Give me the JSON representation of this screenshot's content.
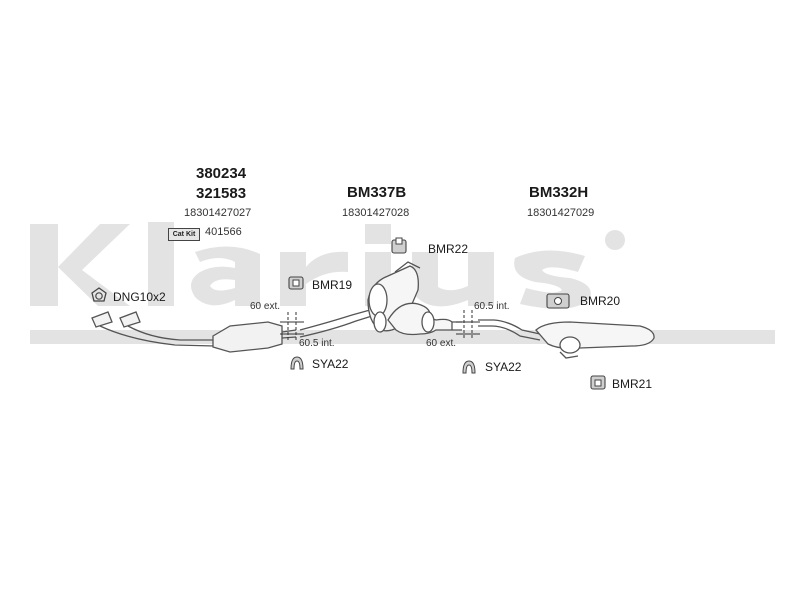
{
  "watermark": {
    "text": "Klarius",
    "color": "#e3e3e3"
  },
  "groups": [
    {
      "codes": [
        "380234",
        "321583"
      ],
      "oe": "18301427027",
      "catkit_label": "Cat Kit",
      "catkit_value": "401566"
    },
    {
      "codes": [
        "BM337B"
      ],
      "oe": "18301427028"
    },
    {
      "codes": [
        "BM332H"
      ],
      "oe": "18301427029"
    }
  ],
  "parts": {
    "dng": "DNG10x2",
    "bmr19": "BMR19",
    "bmr22": "BMR22",
    "bmr20": "BMR20",
    "bmr21": "BMR21",
    "sya22_left": "SYA22",
    "sya22_right": "SYA22"
  },
  "dimensions": {
    "left_ext": "60 ext.",
    "left_int": "60.5 int.",
    "right_int": "60.5 int.",
    "right_ext": "60 ext."
  }
}
